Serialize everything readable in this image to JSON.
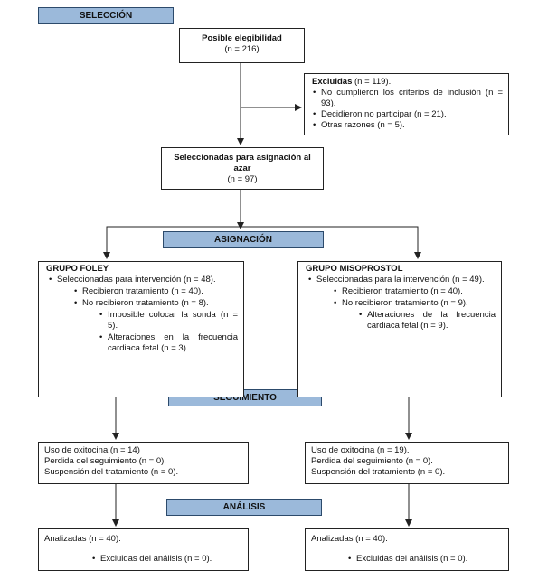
{
  "selection_band": "SELECCIÓN",
  "assignment_band": "ASIGNACIÓN",
  "followup_band": "SEGUIMIENTO",
  "analysis_band": "ANÁLISIS",
  "eligibility": {
    "title": "Posible elegibilidad",
    "n": "(n = 216)"
  },
  "excluded": {
    "title": "Excluidas",
    "n": " (n = 119).",
    "items": [
      "No cumplieron los criterios de inclusión (n = 93).",
      "Decidieron no participar (n = 21).",
      "Otras razones (n = 5)."
    ]
  },
  "selected": {
    "title": "Seleccionadas para asignación al azar",
    "n": "(n = 97)"
  },
  "foley": {
    "title": "GRUPO FOLEY",
    "l1": "Seleccionadas para intervención (n = 48).",
    "l2a": "Recibieron tratamiento (n = 40).",
    "l2b": "No recibieron tratamiento (n = 8).",
    "l3a": "Imposible colocar la sonda (n = 5).",
    "l3b": "Alteraciones en la frecuencia cardiaca fetal (n = 3)"
  },
  "miso": {
    "title": "GRUPO MISOPROSTOL",
    "l1": "Seleccionadas para la intervención (n = 49).",
    "l2a": "Recibieron tratamiento (n = 40).",
    "l2b": "No recibieron tratamiento (n = 9).",
    "l3a": "Alteraciones de la frecuencia cardiaca fetal (n = 9)."
  },
  "foley_follow": [
    "Uso de oxitocina (n = 14)",
    "Perdida del seguimiento (n = 0).",
    "Suspensión del tratamiento (n = 0)."
  ],
  "miso_follow": [
    "Uso de oxitocina (n = 19).",
    "Perdida del seguimiento (n = 0).",
    "Suspensión del tratamiento (n = 0)."
  ],
  "foley_analysis": {
    "analyzed": "Analizadas (n = 40).",
    "excluded": "Excluidas del análisis (n = 0)."
  },
  "miso_analysis": {
    "analyzed": "Analizadas (n = 40).",
    "excluded": "Excluidas del análisis (n = 0)."
  }
}
